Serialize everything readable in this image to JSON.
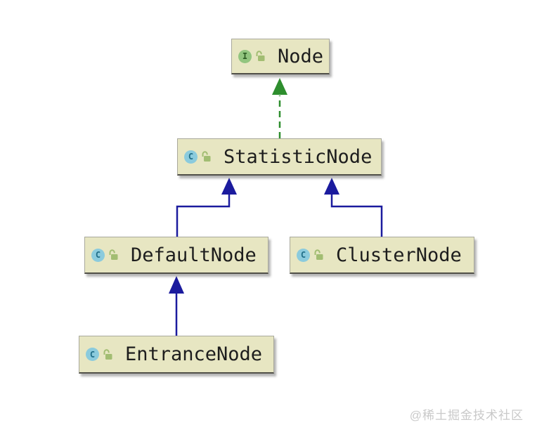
{
  "diagram": {
    "type": "uml-class-hierarchy",
    "nodes": [
      {
        "id": "node",
        "label": "Node",
        "kind": "interface",
        "icon_letter": "I",
        "modifier": "public-open-lock"
      },
      {
        "id": "statisticnode",
        "label": "StatisticNode",
        "kind": "class",
        "icon_letter": "C",
        "modifier": "public-open-lock"
      },
      {
        "id": "defaultnode",
        "label": "DefaultNode",
        "kind": "class",
        "icon_letter": "C",
        "modifier": "public-open-lock"
      },
      {
        "id": "clusternode",
        "label": "ClusterNode",
        "kind": "class",
        "icon_letter": "C",
        "modifier": "public-open-lock"
      },
      {
        "id": "entrancenode",
        "label": "EntranceNode",
        "kind": "class",
        "icon_letter": "C",
        "modifier": "public-open-lock"
      }
    ],
    "edges": [
      {
        "from": "StatisticNode",
        "to": "Node",
        "relation": "implements",
        "line": "dashed",
        "color": "#2e8e2e"
      },
      {
        "from": "DefaultNode",
        "to": "StatisticNode",
        "relation": "extends",
        "line": "solid",
        "color": "#1b1b9e"
      },
      {
        "from": "ClusterNode",
        "to": "StatisticNode",
        "relation": "extends",
        "line": "solid",
        "color": "#1b1b9e"
      },
      {
        "from": "EntranceNode",
        "to": "DefaultNode",
        "relation": "extends",
        "line": "solid",
        "color": "#1b1b9e"
      }
    ],
    "colors": {
      "box_fill": "#e7e6c2",
      "box_border": "#a9a99c",
      "box_bottom_line": "#504f48",
      "class_icon_fill": "#8bcbdd",
      "interface_icon_fill": "#92c57f",
      "lock_icon": "#a2bd72",
      "implements_arrow": "#2e8e2e",
      "extends_arrow": "#1b1b9e",
      "label_text": "#1d1d1d"
    }
  },
  "watermark": {
    "text": "@稀土掘金技术社区"
  }
}
